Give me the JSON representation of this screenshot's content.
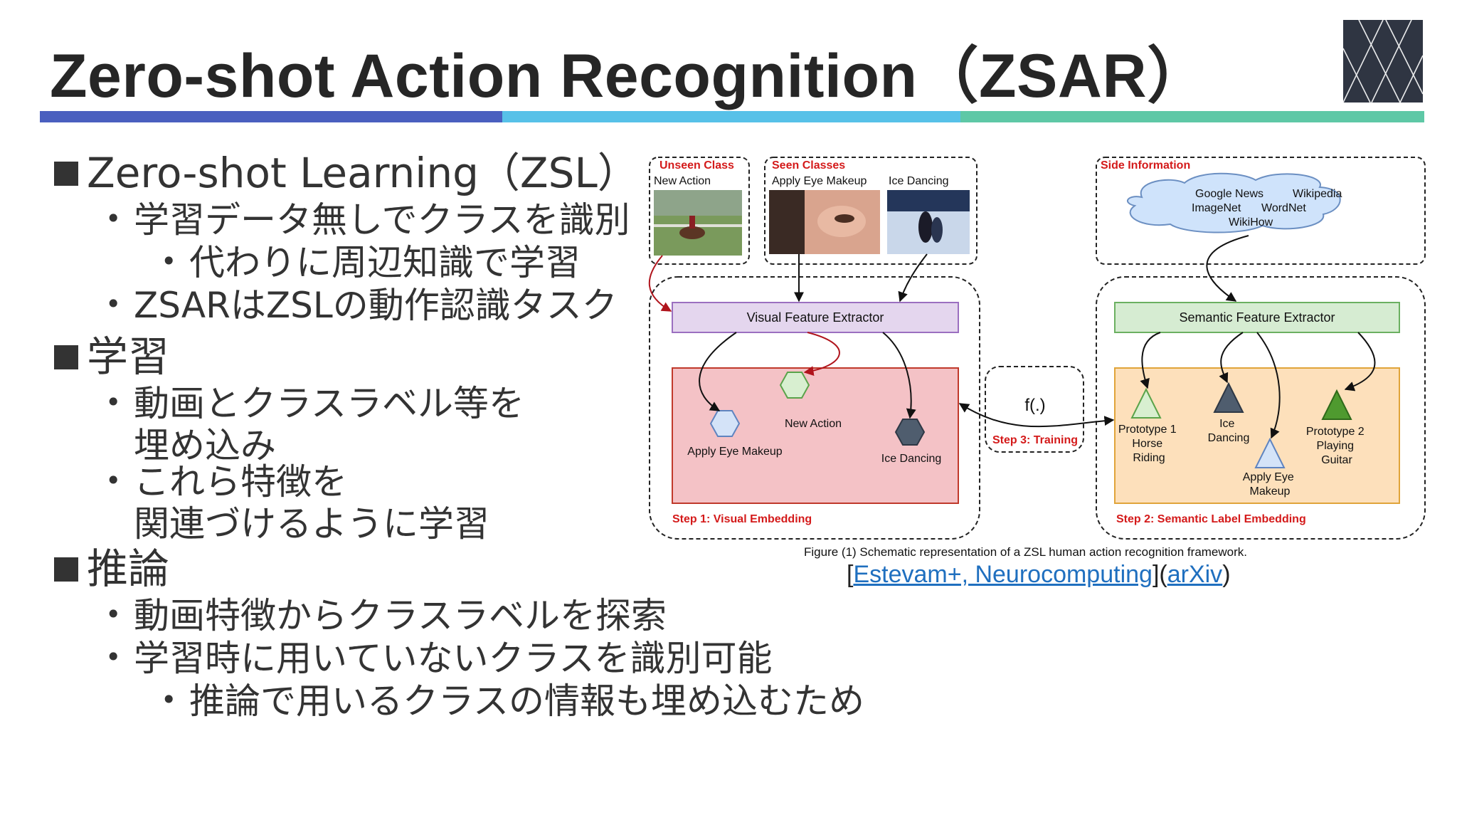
{
  "slide": {
    "title": "Zero-shot Action Recognition（ZSAR）",
    "colors": {
      "rule1": "#4a5fbf",
      "rule2": "#57c1e8",
      "rule3": "#5ec8a6"
    }
  },
  "bullets": {
    "zsl": {
      "head": "Zero-shot Learning（ZSL）",
      "item1": "学習データ無しでクラスを識別",
      "item1_sub": "代わりに周辺知識で学習",
      "item2": "ZSARはZSLの動作認識タスク"
    },
    "learn": {
      "head": "学習",
      "item1_line1": "動画とクラスラベル等を",
      "item1_line2": "埋め込み",
      "item2_line1": "これら特徴を",
      "item2_line2": "関連づけるように学習"
    },
    "infer": {
      "head": "推論",
      "item1": "動画特徴からクラスラベルを探索",
      "item2": "学習時に用いていないクラスを識別可能",
      "item2_sub": "推論で用いるクラスの情報も埋め込むため"
    }
  },
  "figure": {
    "unseen_title": "Unseen Class",
    "unseen_label": "New Action",
    "seen_title": "Seen Classes",
    "seen_label1": "Apply Eye Makeup",
    "seen_label2": "Ice Dancing",
    "side_title": "Side Information",
    "side_sources": [
      "Google News",
      "Wikipedia",
      "ImageNet",
      "WordNet",
      "WikiHow"
    ],
    "visual_extractor": "Visual Feature Extractor",
    "semantic_extractor": "Semantic Feature Extractor",
    "visual_nodes": [
      "New Action",
      "Apply Eye Makeup",
      "Ice Dancing"
    ],
    "f_label": "f(.)",
    "step1": "Step 1: Visual Embedding",
    "step2": "Step 2: Semantic Label Embedding",
    "step3": "Step 3: Training",
    "proto1_lines": [
      "Prototype 1",
      "Horse",
      "Riding"
    ],
    "ice_lines": [
      "Ice",
      "Dancing"
    ],
    "eye_lines": [
      "Apply Eye",
      "Makeup"
    ],
    "proto2_lines": [
      "Prototype 2",
      "Playing",
      "Guitar"
    ],
    "caption": "Figure (1)    Schematic representation of a ZSL human action recognition framework."
  },
  "citation": {
    "open1": "[",
    "link1": "Estevam+, Neurocomputing",
    "mid": "](",
    "link2": "arXiv",
    "close": ")"
  }
}
